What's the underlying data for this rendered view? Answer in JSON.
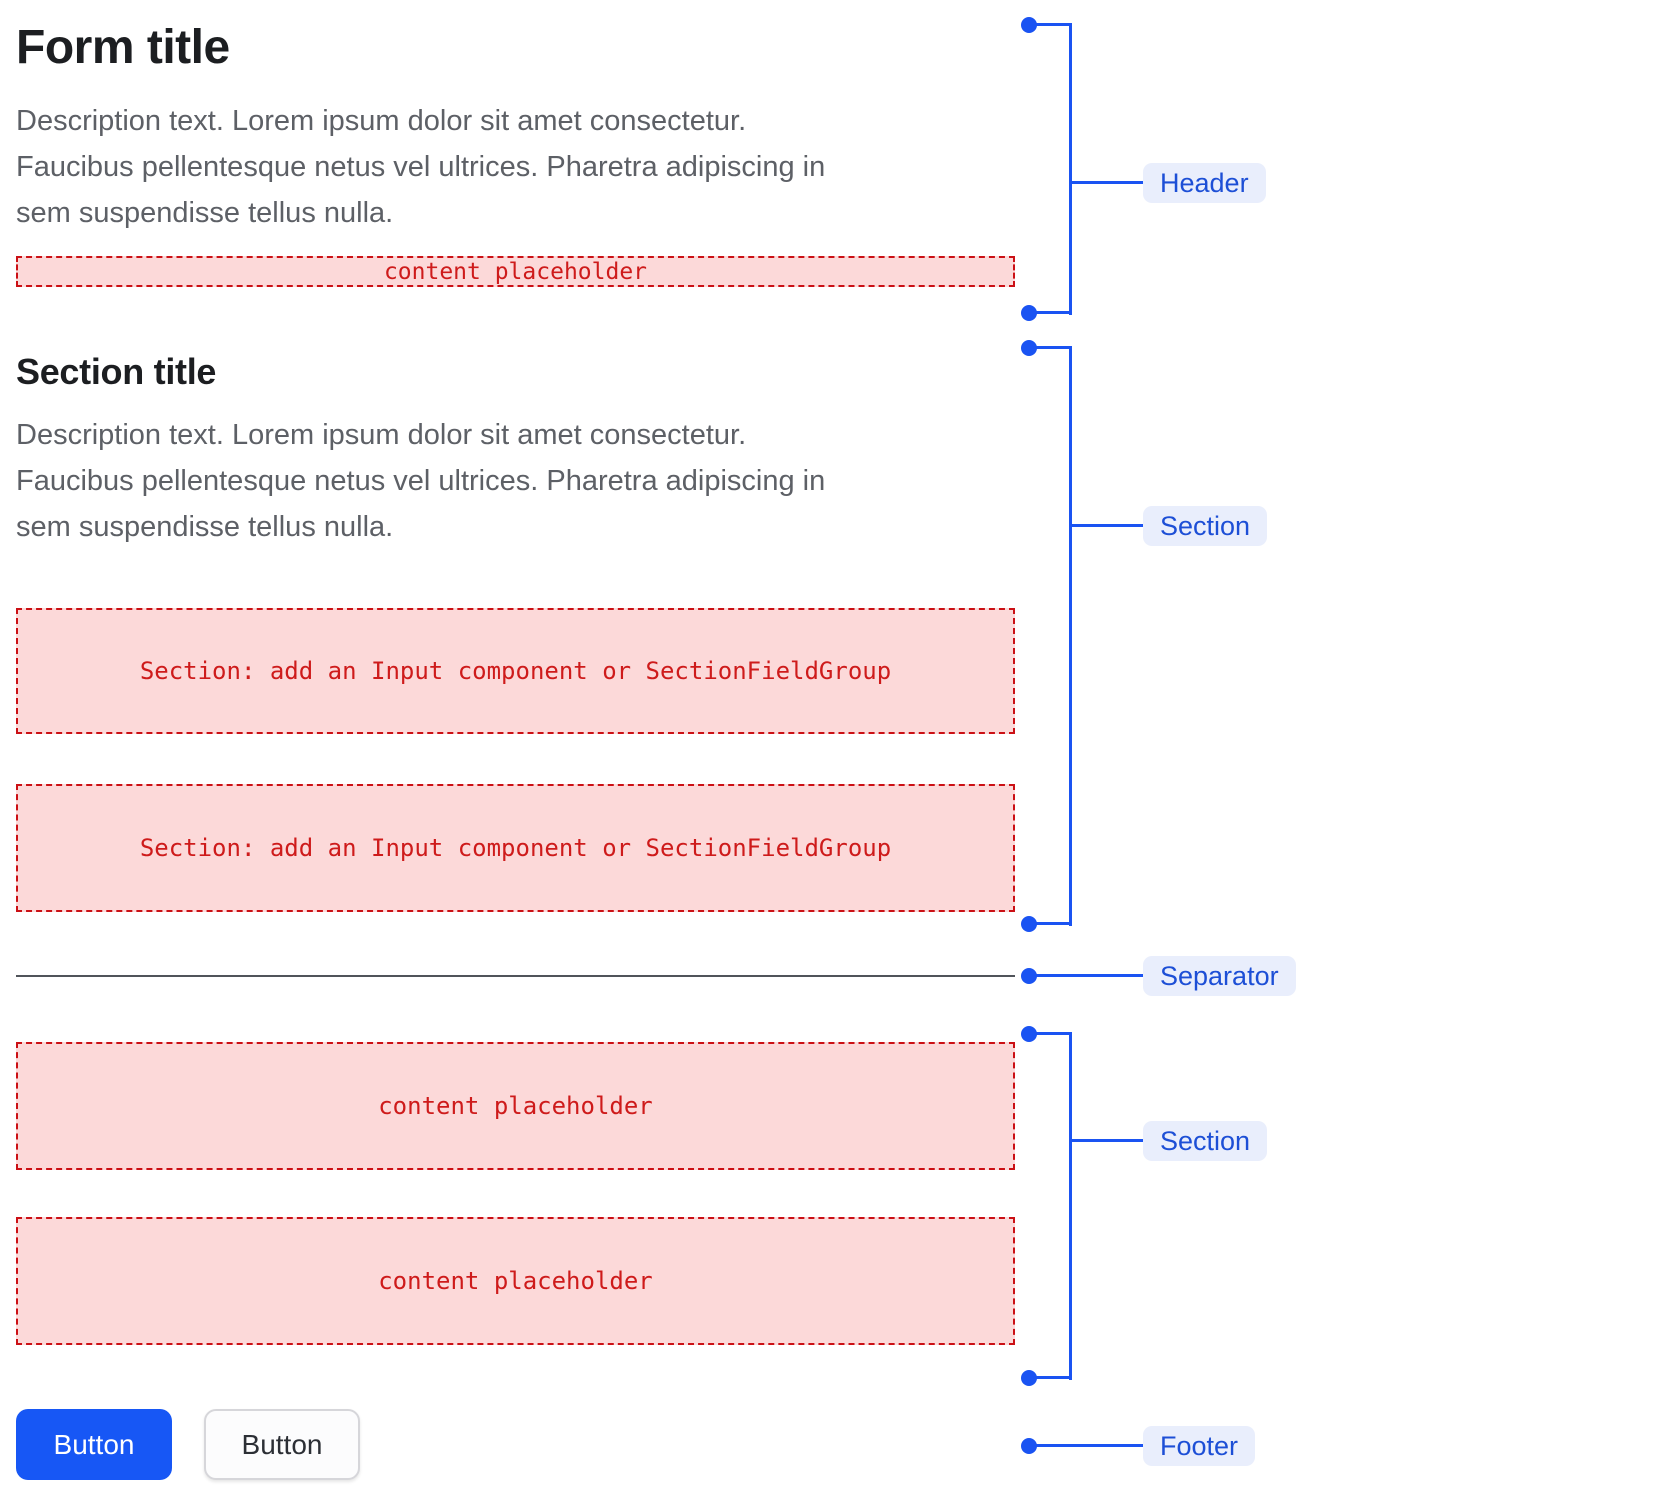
{
  "form": {
    "title": "Form title",
    "description": [
      "Description text. Lorem ipsum dolor sit amet consectetur.",
      "Faucibus pellentesque netus vel ultrices. Pharetra adipiscing in",
      "sem suspendisse tellus nulla."
    ],
    "header_placeholder": "content placeholder",
    "section": {
      "title": "Section title",
      "description": [
        "Description text. Lorem ipsum dolor sit amet consectetur.",
        "Faucibus pellentesque netus vel ultrices. Pharetra adipiscing in",
        "sem suspendisse tellus nulla."
      ],
      "slots": [
        "Section: add an Input component or SectionFieldGroup",
        "Section: add an Input component or SectionFieldGroup"
      ]
    },
    "content_section": {
      "slots": [
        "content placeholder",
        "content placeholder"
      ]
    },
    "footer": {
      "buttons": [
        {
          "label": "Button",
          "variant": "primary"
        },
        {
          "label": "Button",
          "variant": "secondary"
        }
      ]
    }
  },
  "annotations": [
    {
      "label": "Header"
    },
    {
      "label": "Section"
    },
    {
      "label": "Separator"
    },
    {
      "label": "Section"
    },
    {
      "label": "Footer"
    }
  ],
  "colors": {
    "annotation_blue": "#1a53f2",
    "annotation_chip_bg": "#e9eefc",
    "annotation_chip_text": "#1d4fd6",
    "placeholder_bg": "#fcd9d9",
    "placeholder_border": "#cb1015",
    "placeholder_text": "#ce1b1b",
    "primary_button_bg": "#1757f5",
    "separator": "#50545a",
    "title_text": "#1c1e21",
    "description_text": "#5d6066"
  }
}
